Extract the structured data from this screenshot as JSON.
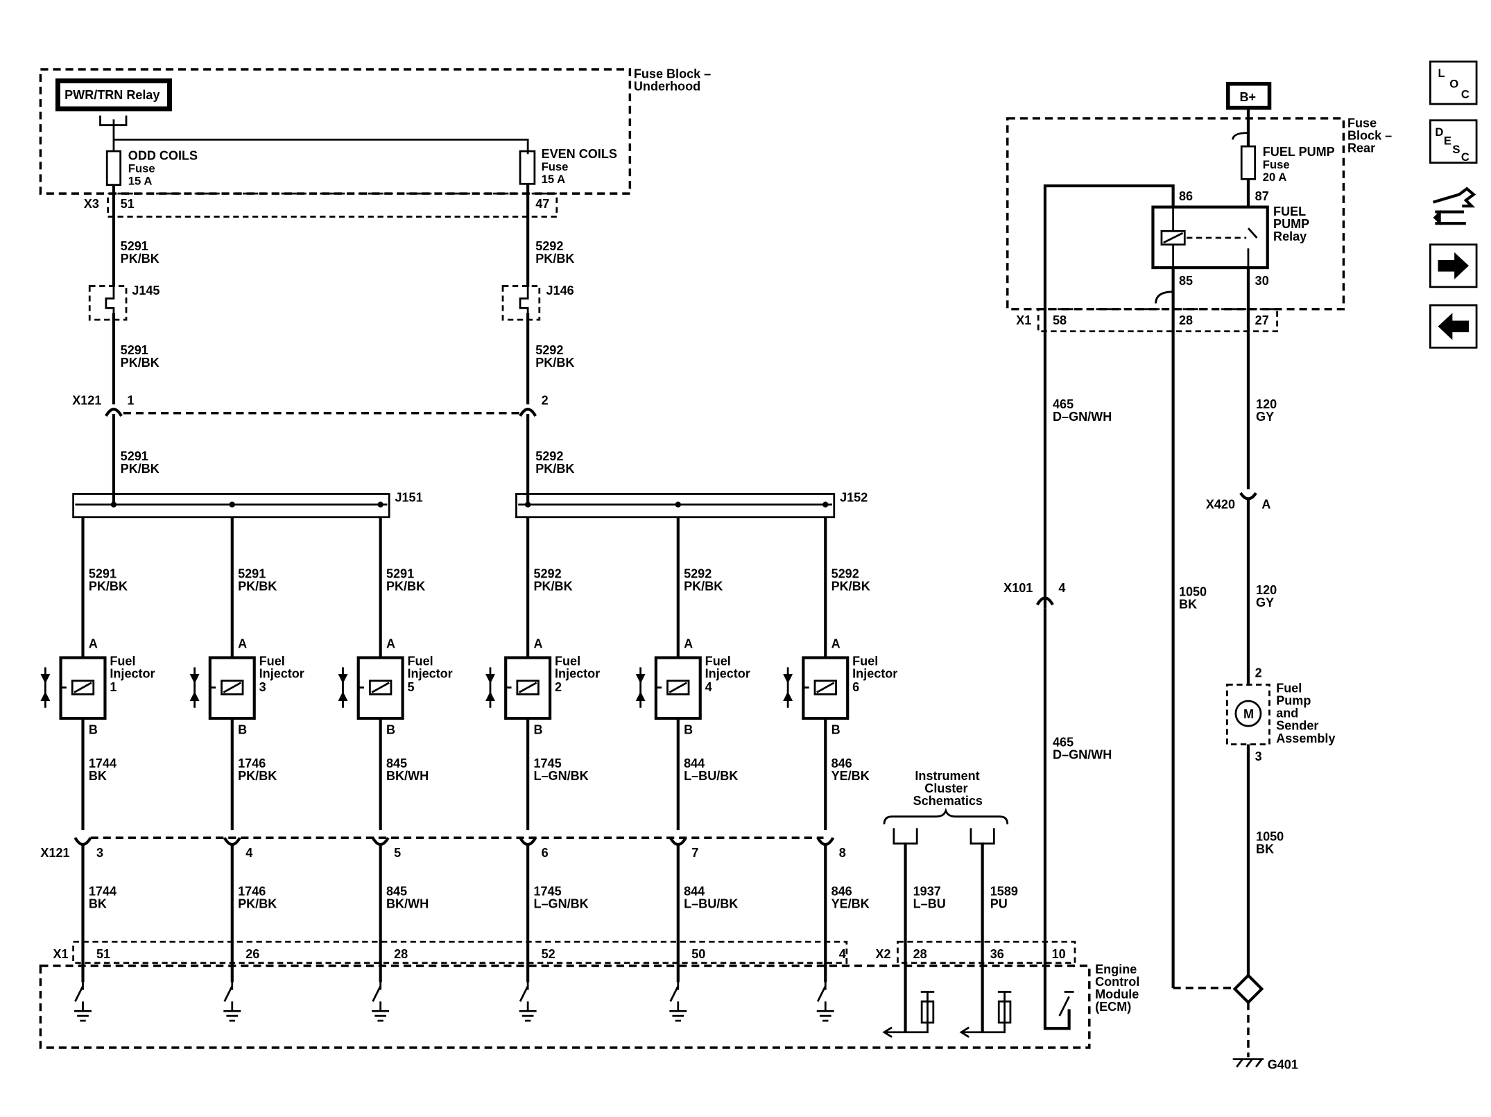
{
  "fuse_block_underhood": {
    "label": "Fuse Block –\nUnderhood",
    "relay": "PWR/TRN Relay",
    "connector": "X3",
    "odd_fuse": {
      "name": "ODD COILS",
      "type": "Fuse",
      "rating": "15 A",
      "pin": "51"
    },
    "even_fuse": {
      "name": "EVEN COILS",
      "type": "Fuse",
      "rating": "15 A",
      "pin": "47"
    }
  },
  "splices": {
    "j145": "J145",
    "j146": "J146",
    "j151": "J151",
    "j152": "J152"
  },
  "x121": {
    "name": "X121",
    "pin1": "1",
    "pin2": "2"
  },
  "wires": {
    "odd_circuit": "5291",
    "odd_color": "PK/BK",
    "even_circuit": "5292",
    "even_color": "PK/BK"
  },
  "injectors": [
    {
      "name": "Fuel",
      "name2": "Injector",
      "num": "1",
      "pin_a": "A",
      "pin_b": "B",
      "feed_circuit": "5291",
      "feed_color": "PK/BK",
      "circuit": "1744",
      "color": "BK",
      "x121_pin": "3",
      "ecm_pin": "51"
    },
    {
      "name": "Fuel",
      "name2": "Injector",
      "num": "3",
      "pin_a": "A",
      "pin_b": "B",
      "feed_circuit": "5291",
      "feed_color": "PK/BK",
      "circuit": "1746",
      "color": "PK/BK",
      "x121_pin": "4",
      "ecm_pin": "26"
    },
    {
      "name": "Fuel",
      "name2": "Injector",
      "num": "5",
      "pin_a": "A",
      "pin_b": "B",
      "feed_circuit": "5291",
      "feed_color": "PK/BK",
      "circuit": "845",
      "color": "BK/WH",
      "x121_pin": "5",
      "ecm_pin": "28"
    },
    {
      "name": "Fuel",
      "name2": "Injector",
      "num": "2",
      "pin_a": "A",
      "pin_b": "B",
      "feed_circuit": "5292",
      "feed_color": "PK/BK",
      "circuit": "1745",
      "color": "L–GN/BK",
      "x121_pin": "6",
      "ecm_pin": "52"
    },
    {
      "name": "Fuel",
      "name2": "Injector",
      "num": "4",
      "pin_a": "A",
      "pin_b": "B",
      "feed_circuit": "5292",
      "feed_color": "PK/BK",
      "circuit": "844",
      "color": "L–BU/BK",
      "x121_pin": "7",
      "ecm_pin": "50"
    },
    {
      "name": "Fuel",
      "name2": "Injector",
      "num": "6",
      "pin_a": "A",
      "pin_b": "B",
      "feed_circuit": "5292",
      "feed_color": "PK/BK",
      "circuit": "846",
      "color": "YE/BK",
      "x121_pin": "8",
      "ecm_pin": "4"
    }
  ],
  "x121_lower": "X121",
  "ecm": {
    "x1": "X1",
    "x2": "X2",
    "label": "Engine\nControl\nModule\n(ECM)",
    "x2_pins": [
      "28",
      "36",
      "10"
    ]
  },
  "instrument_cluster": {
    "label": "Instrument\nCluster\nSchematics",
    "wire1_circuit": "1937",
    "wire1_color": "L–BU",
    "wire2_circuit": "1589",
    "wire2_color": "PU"
  },
  "fuse_block_rear": {
    "label": "Fuse\nBlock –\nRear",
    "supply": "B+",
    "fuse": {
      "name": "FUEL PUMP",
      "type": "Fuse",
      "rating": "20 A"
    },
    "relay": {
      "label": "FUEL\nPUMP\nRelay",
      "pin86": "86",
      "pin87": "87",
      "pin85": "85",
      "pin30": "30"
    },
    "connector": "X1",
    "pins": [
      "58",
      "28",
      "27"
    ]
  },
  "pump_circuit": {
    "w465_circuit": "465",
    "w465_color": "D–GN/WH",
    "x101": "X101",
    "x101_pin": "4",
    "w120_circuit": "120",
    "w120_color": "GY",
    "x420": "X420",
    "x420_pin": "A",
    "w1050_circuit": "1050",
    "w1050_color": "BK",
    "pump_label": "Fuel\nPump\nand\nSender\nAssembly",
    "pump_pin_top": "2",
    "pump_pin_bottom": "3",
    "motor_symbol": "M",
    "ground": "G401"
  },
  "nav": {
    "loc": [
      "L",
      "O",
      "C"
    ],
    "desc": [
      "D",
      "E",
      "S",
      "C"
    ]
  }
}
